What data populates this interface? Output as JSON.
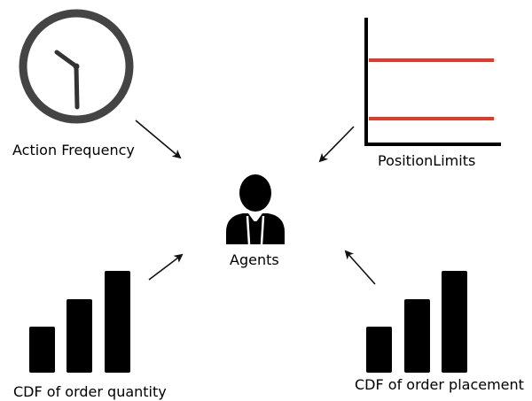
{
  "labels": {
    "action_frequency": "Action Frequency",
    "position_limits": "PositionLimits",
    "agents": "Agents",
    "cdf_order_quantity": "CDF of order quantity",
    "cdf_order_placement": "CDF of order placement"
  },
  "colors": {
    "ink": "#000000",
    "clock_ring": "#444444",
    "limit_line": "#e03a2b",
    "background": "#ffffff"
  },
  "icons": {
    "clock": "clock-icon",
    "position_limits": "position-limits-chart-icon",
    "agent": "agent-icon",
    "bars": "bar-chart-icon",
    "arrow": "arrow-icon"
  }
}
